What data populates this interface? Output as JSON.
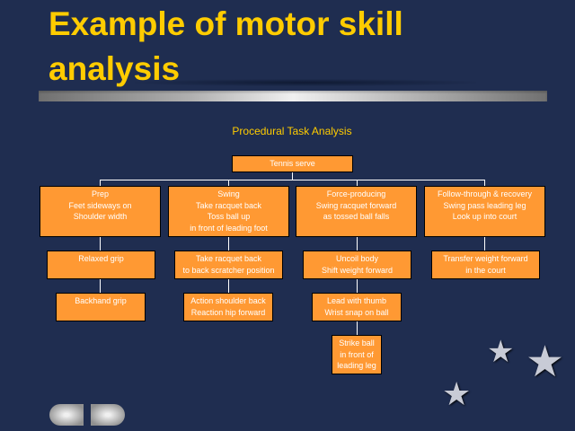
{
  "slide": {
    "title_line1": "Example of motor skill",
    "title_line2": "analysis",
    "subtitle": "Procedural Task Analysis"
  },
  "diagram": {
    "root": "Tennis serve",
    "phases": [
      {
        "label": "Prep\nFeet sideways on\nShoulder width",
        "steps": [
          "Relaxed grip",
          "Backhand grip"
        ]
      },
      {
        "label": "Swing\nTake racquet back\nToss ball up\nin front of leading foot",
        "steps": [
          "Take racquet back\nto back scratcher position",
          "Action shoulder back\nReaction hip forward"
        ]
      },
      {
        "label": "Force-producing\nSwing racquet forward\nas tossed ball falls",
        "steps": [
          "Uncoil body\nShift weight forward",
          "Lead with thumb\nWrist snap on ball",
          "Strike ball\nin front of\nleading leg"
        ]
      },
      {
        "label": "Follow-through & recovery\nSwing pass leading leg\nLook up into court",
        "steps": [
          "Transfer weight forward\nin the court"
        ]
      }
    ]
  },
  "colors": {
    "background": "#1f2d50",
    "title": "#ffcc00",
    "box": "#ff9933"
  }
}
